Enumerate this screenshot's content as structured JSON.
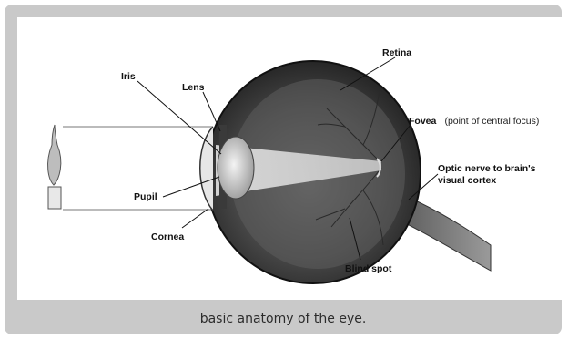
{
  "caption": "basic anatomy of the eye.",
  "labels": {
    "iris": "Iris",
    "lens": "Lens",
    "retina": "Retina",
    "fovea": "Fovea",
    "fovea_note": "(point of central focus)",
    "optic_nerve_line1": "Optic nerve to brain's",
    "optic_nerve_line2": "visual cortex",
    "pupil": "Pupil",
    "cornea": "Cornea",
    "blind_spot": "Blind spot"
  },
  "colors": {
    "card_background": "#c9c9c9",
    "figure_background": "#ffffff"
  }
}
